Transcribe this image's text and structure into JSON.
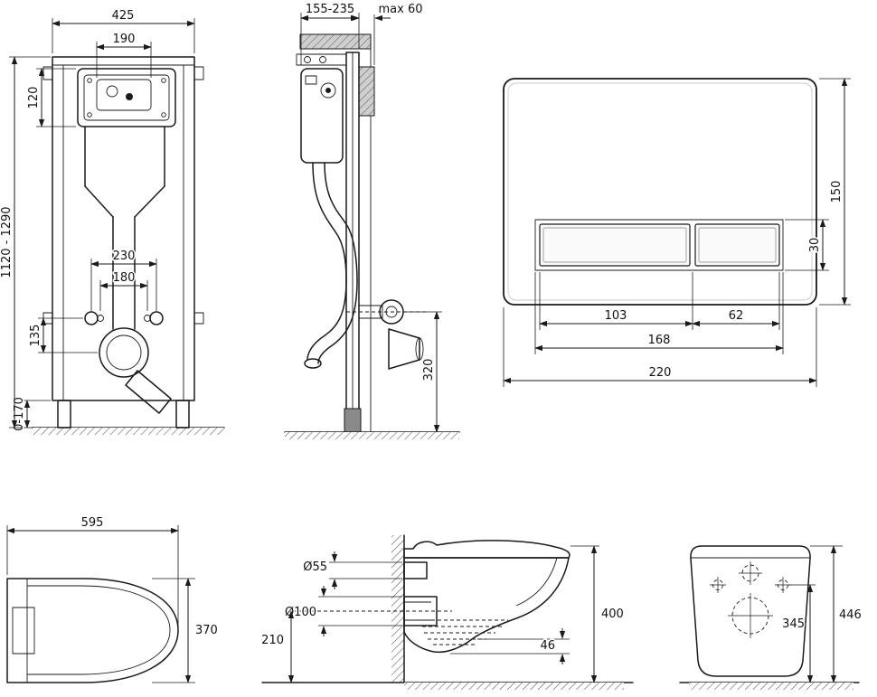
{
  "drawing": {
    "frame_front": {
      "width_top": "425",
      "opening_width": "190",
      "cistern_height": "120",
      "height_range": "1120 - 1290",
      "bolt_spacing_outer": "230",
      "bolt_spacing_inner": "180",
      "outlet_offset": "135",
      "feet_range": "0-170"
    },
    "frame_side": {
      "depth_range": "155-235",
      "wall_max": "max 60",
      "outlet_height": "320"
    },
    "flush_plate": {
      "plate_height": "150",
      "button_height": "30",
      "button_big_width": "103",
      "button_small_width": "62",
      "recess_width": "168",
      "plate_width": "220"
    },
    "bowl_top": {
      "length": "595",
      "width": "370"
    },
    "bowl_side": {
      "inlet_dia": "Ø55",
      "outlet_dia": "Ø100",
      "outlet_height": "210",
      "rim_height": "400",
      "lip_gap": "46"
    },
    "bowl_rear": {
      "bolt_height": "345",
      "total_height": "446"
    }
  },
  "colors": {
    "line": "#1a1a1a",
    "wall_fill": "#cfcfcf",
    "foot_fill": "#8a8a8a",
    "hatch": "#555555"
  }
}
